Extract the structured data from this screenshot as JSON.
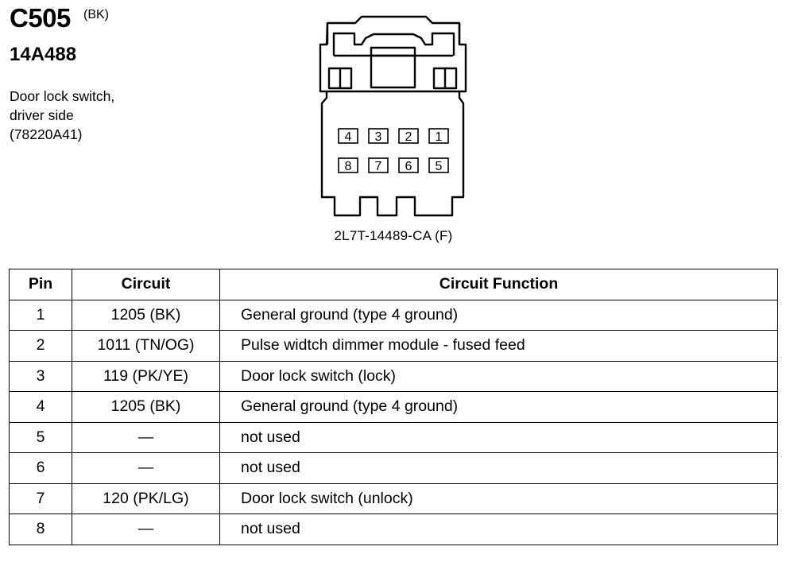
{
  "header": {
    "connector_id": "C505",
    "connector_color": "(BK)",
    "part_number": "14A488",
    "description_lines": [
      "Door lock switch,",
      "driver side",
      "(78220A41)"
    ]
  },
  "connector": {
    "part_label": "2L7T-14489-CA (F)",
    "pin_rows": [
      [
        "4",
        "3",
        "2",
        "1"
      ],
      [
        "8",
        "7",
        "6",
        "5"
      ]
    ]
  },
  "table": {
    "headers": [
      "Pin",
      "Circuit",
      "Circuit Function"
    ],
    "rows": [
      {
        "pin": "1",
        "circuit": "1205 (BK)",
        "function": "General ground (type 4 ground)"
      },
      {
        "pin": "2",
        "circuit": "1011 (TN/OG)",
        "function": "Pulse widtch dimmer module - fused feed"
      },
      {
        "pin": "3",
        "circuit": "119 (PK/YE)",
        "function": "Door lock switch (lock)"
      },
      {
        "pin": "4",
        "circuit": "1205 (BK)",
        "function": "General ground (type 4 ground)"
      },
      {
        "pin": "5",
        "circuit": "—",
        "function": "not used"
      },
      {
        "pin": "6",
        "circuit": "—",
        "function": "not used"
      },
      {
        "pin": "7",
        "circuit": "120 (PK/LG)",
        "function": "Door lock switch (unlock)"
      },
      {
        "pin": "8",
        "circuit": "—",
        "function": "not used"
      }
    ]
  }
}
